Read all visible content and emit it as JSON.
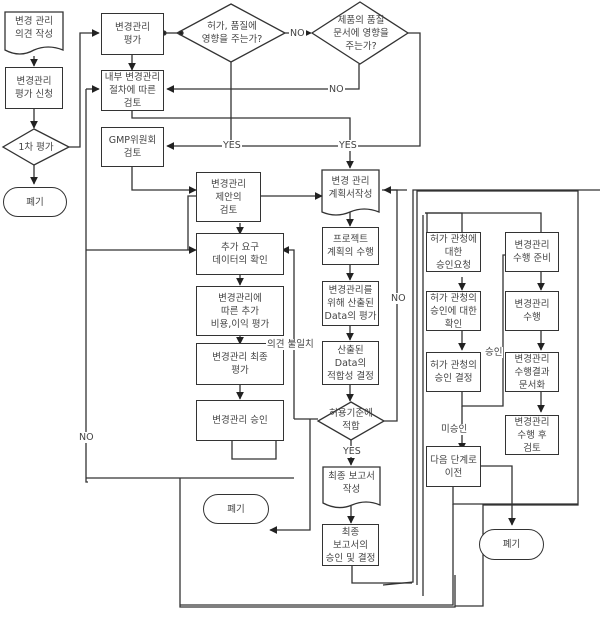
{
  "nodes": {
    "opinion": "변경 관리\n의견 작성",
    "apply": "변경관리\n평가 신청",
    "first_eval": "1차 평가",
    "discard1": "폐기",
    "eval": "변경관리\n평가",
    "d_quality": "허가, 품질에\n영향을 주는가?",
    "d_doc": "제품의 품질\n문서에 영향을\n주는가?",
    "internal": "내부 변경관리\n절차에 따른\n검토",
    "gmp": "GMP위원회\n검토",
    "proposal": "변경관리\n제안의\n검토",
    "extra_data": "추가 요구\n데이터의 확인",
    "cost": "변경관리에\n따른 추가\n비용,이익 평가",
    "final_eval": "변경관리 최종\n평가",
    "approve": "변경관리 승인",
    "discard2": "폐기",
    "plan": "변경 관리\n계획서작성",
    "project": "프로젝트\n계획의 수행",
    "data_eval": "변경관리를\n위해 산출된\nData의 평가",
    "data_fit": "산출된\nData의\n적합성 결정",
    "d_criteria": "허용기준에\n적합",
    "report": "최종 보고서\n작성",
    "report_approve": "최종\n보고서의\n승인 및 결정",
    "auth_request": "허가 관청에\n대한\n승인요청",
    "auth_confirm": "허가 관청의\n승인에 대한\n확인",
    "auth_decision": "허가 관청의\n승인 결정",
    "next_stage": "다음 단계로\n이전",
    "discard3": "폐기",
    "prep": "변경관리\n수행 준비",
    "perform": "변경관리\n수행",
    "document": "변경관리\n수행결과\n문서화",
    "review": "변경관리\n수행 후\n검토"
  },
  "labels": {
    "no": "NO",
    "yes": "YES",
    "disagree": "의견 불일치",
    "approved": "승인",
    "not_approved": "미승인"
  }
}
